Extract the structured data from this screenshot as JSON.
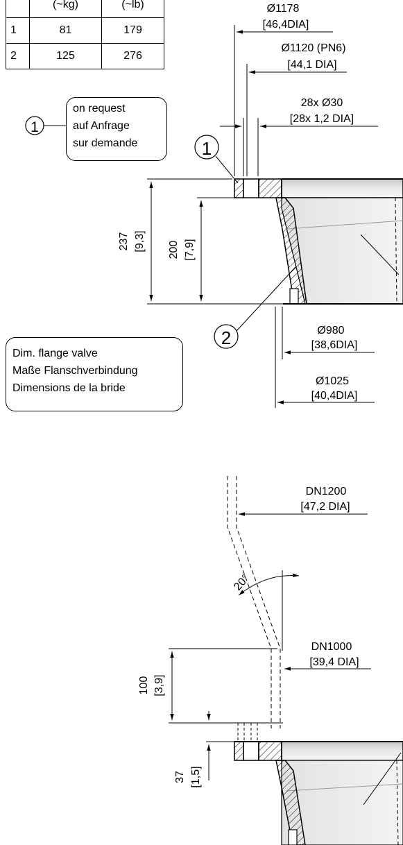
{
  "table": {
    "header": [
      "",
      "(~kg)",
      "(~lb)"
    ],
    "rows": [
      [
        "1",
        "81",
        "179"
      ],
      [
        "2",
        "125",
        "276"
      ]
    ]
  },
  "note_request": {
    "marker": "1",
    "lines": [
      "on request",
      "auf Anfrage",
      "sur demande"
    ]
  },
  "note_dim": {
    "lines": [
      "Dim. flange valve",
      "Maße Flanschverbindung",
      "Dimensions de la bride"
    ]
  },
  "callouts": {
    "c1": "1",
    "c2": "2"
  },
  "dims": {
    "d1178": "Ø1178",
    "d1178_in": "[46,4DIA]",
    "d1120": "Ø1120 (PN6)",
    "d1120_in": "[44,1 DIA]",
    "holes": "28x Ø30",
    "holes_in": "[28x 1,2 DIA]",
    "h237": "237",
    "h237_in": "[9,3]",
    "h200": "200",
    "h200_in": "[7,9]",
    "d980": "Ø980",
    "d980_in": "[38,6DIA]",
    "d1025": "Ø1025",
    "d1025_in": "[40,4DIA]",
    "dn1200": "DN1200",
    "dn1200_in": "[47,2 DIA]",
    "angle": "20°",
    "dn1000": "DN1000",
    "dn1000_in": "[39,4 DIA]",
    "h100": "100",
    "h100_in": "[3,9]",
    "h37": "37",
    "h37_in": "[1,5]"
  }
}
